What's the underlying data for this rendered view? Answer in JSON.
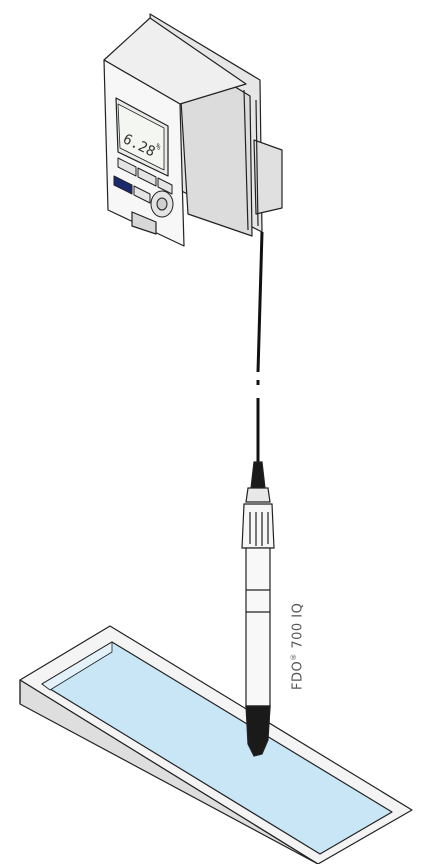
{
  "sensor": {
    "name_prefix": "FDO",
    "registered_mark": "®",
    "name_suffix": " 700 IQ"
  },
  "display": {
    "reading": "6.28",
    "unit": "%"
  },
  "colors": {
    "water": "#c9e6f7",
    "housing": "#f2f2f2",
    "outline": "#222222"
  }
}
